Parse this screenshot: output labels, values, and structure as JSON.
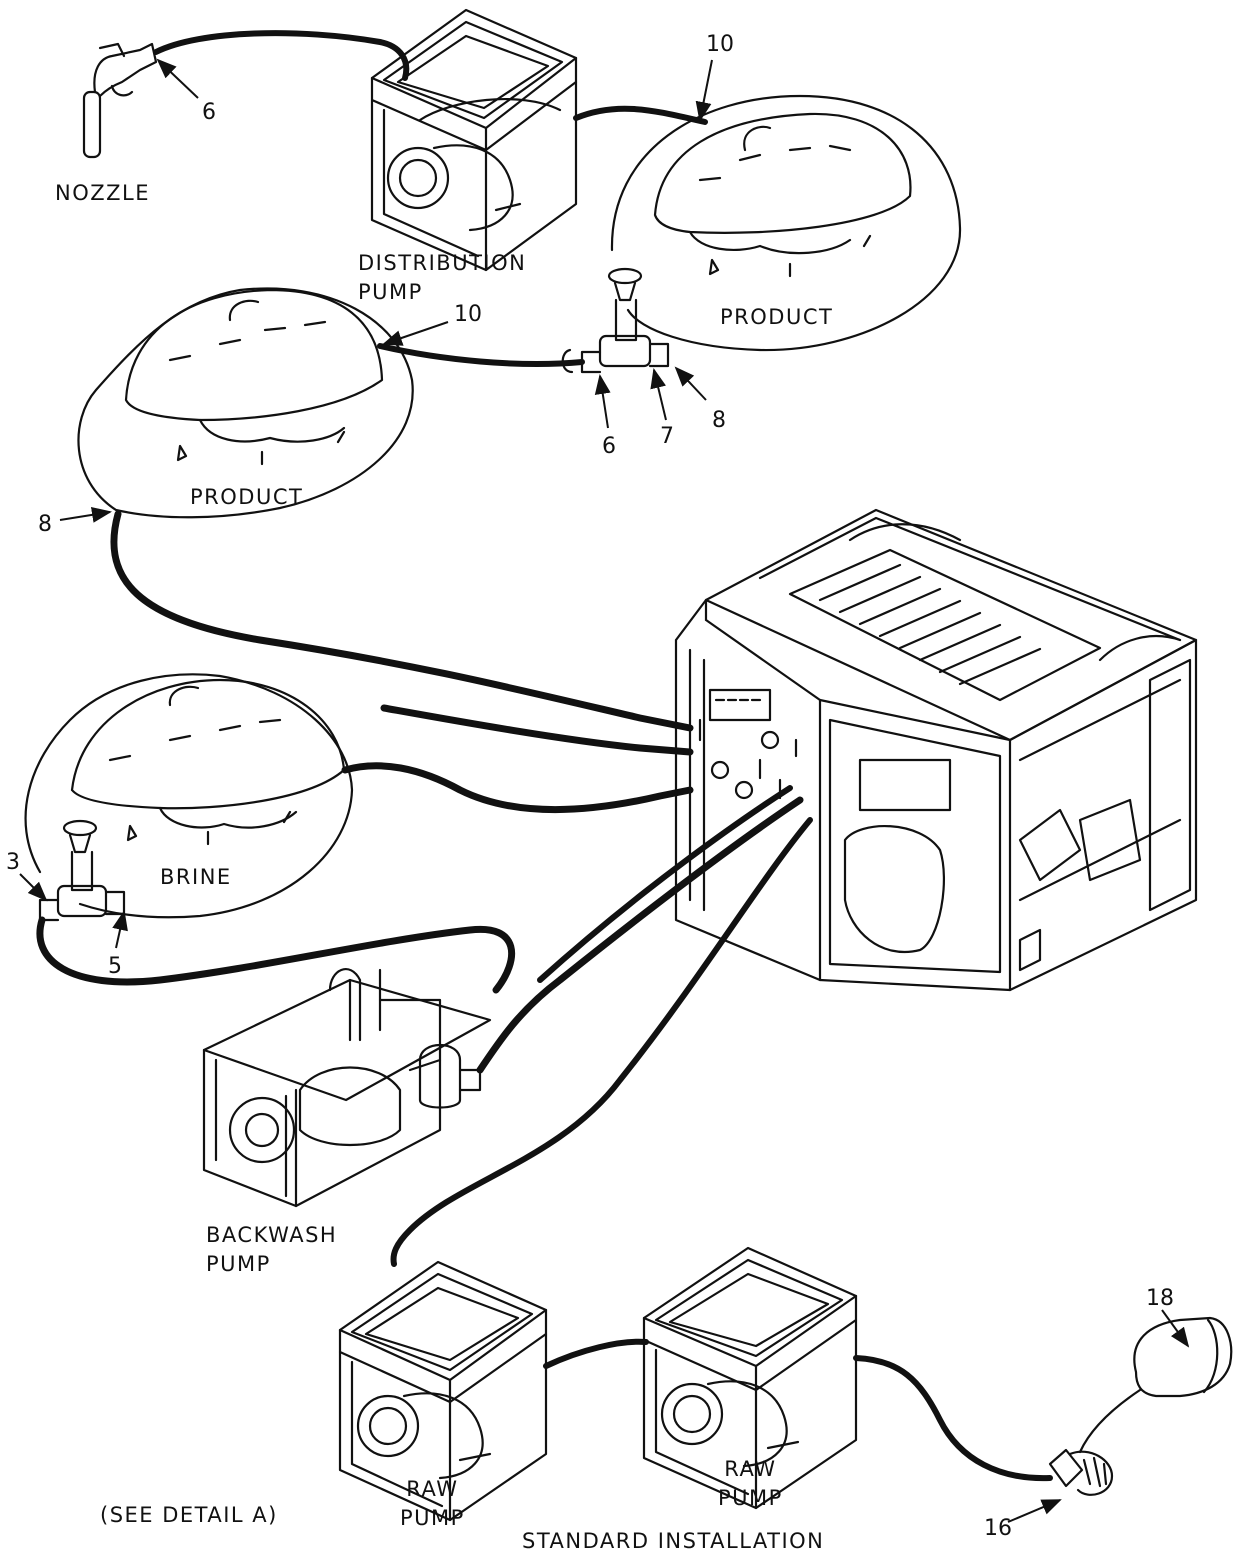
{
  "labels": {
    "nozzle": "NOZZLE",
    "distribution_pump": [
      "DISTRIBUTION",
      "PUMP"
    ],
    "product_upper": "PRODUCT",
    "product_lower": "PRODUCT",
    "brine": "BRINE",
    "backwash_pump": [
      "BACKWASH",
      "PUMP"
    ],
    "raw_pump_left": [
      "RAW",
      "PUMP"
    ],
    "raw_pump_right": [
      "RAW",
      "PUMP"
    ],
    "see_detail": "(SEE DETAIL A)",
    "caption": "STANDARD INSTALLATION"
  },
  "callouts": {
    "c6_top": "6",
    "c10_top": "10",
    "c10_mid": "10",
    "c6_valve": "6",
    "c7_valve": "7",
    "c8_valve": "8",
    "c8_left": "8",
    "c3": "3",
    "c5": "5",
    "c18": "18",
    "c16": "16"
  },
  "colors": {
    "ink": "#111111",
    "paper": "#ffffff"
  }
}
